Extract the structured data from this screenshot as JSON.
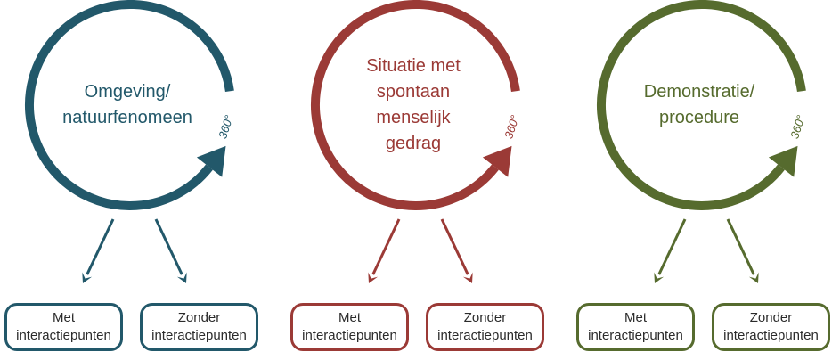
{
  "diagram": {
    "groups": [
      {
        "id": "natuurfenomeen",
        "color": "#22586a",
        "title": "Omgeving/\nnatuurfenomeen",
        "degree": "360°",
        "options": [
          {
            "line1": "Met",
            "line2": "interactiepunten"
          },
          {
            "line1": "Zonder",
            "line2": "interactiepunten"
          }
        ]
      },
      {
        "id": "menselijk-gedrag",
        "color": "#9b3a36",
        "title": "Situatie met\nspontaan\nmenselijk\ngedrag",
        "degree": "360°",
        "options": [
          {
            "line1": "Met",
            "line2": "interactiepunten"
          },
          {
            "line1": "Zonder",
            "line2": "interactiepunten"
          }
        ]
      },
      {
        "id": "demonstratie",
        "color": "#566b2e",
        "title": "Demonstratie/\nprocedure",
        "degree": "360°",
        "options": [
          {
            "line1": "Met",
            "line2": "interactiepunten"
          },
          {
            "line1": "Zonder",
            "line2": "interactiepunten"
          }
        ]
      }
    ]
  }
}
